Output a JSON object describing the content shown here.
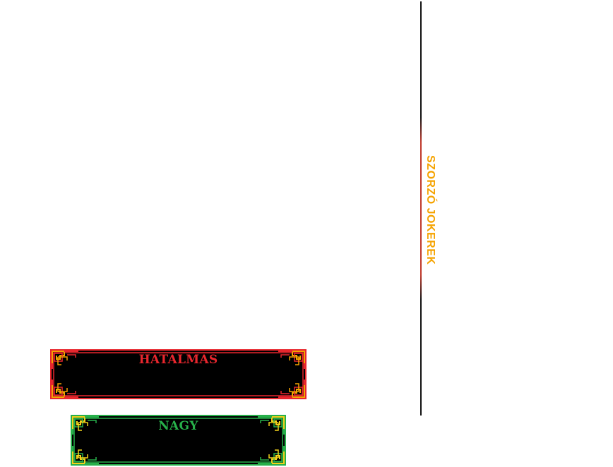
{
  "side_label": {
    "text": "SZORZÓ JOKEREK",
    "color": "#f5a300"
  },
  "divider": {
    "color": "#111111",
    "accent_color": "#c0392b"
  },
  "panels": [
    {
      "id": "huge",
      "title": "HATALMAS",
      "title_color": "#e8262d",
      "border_color": "#e8262d",
      "corner_inner_color": "#f5a300",
      "background": "#000000"
    },
    {
      "id": "big",
      "title": "NAGY",
      "title_color": "#27b04a",
      "border_color": "#27b04a",
      "corner_inner_color": "#f2d21a",
      "background": "#000000"
    }
  ]
}
